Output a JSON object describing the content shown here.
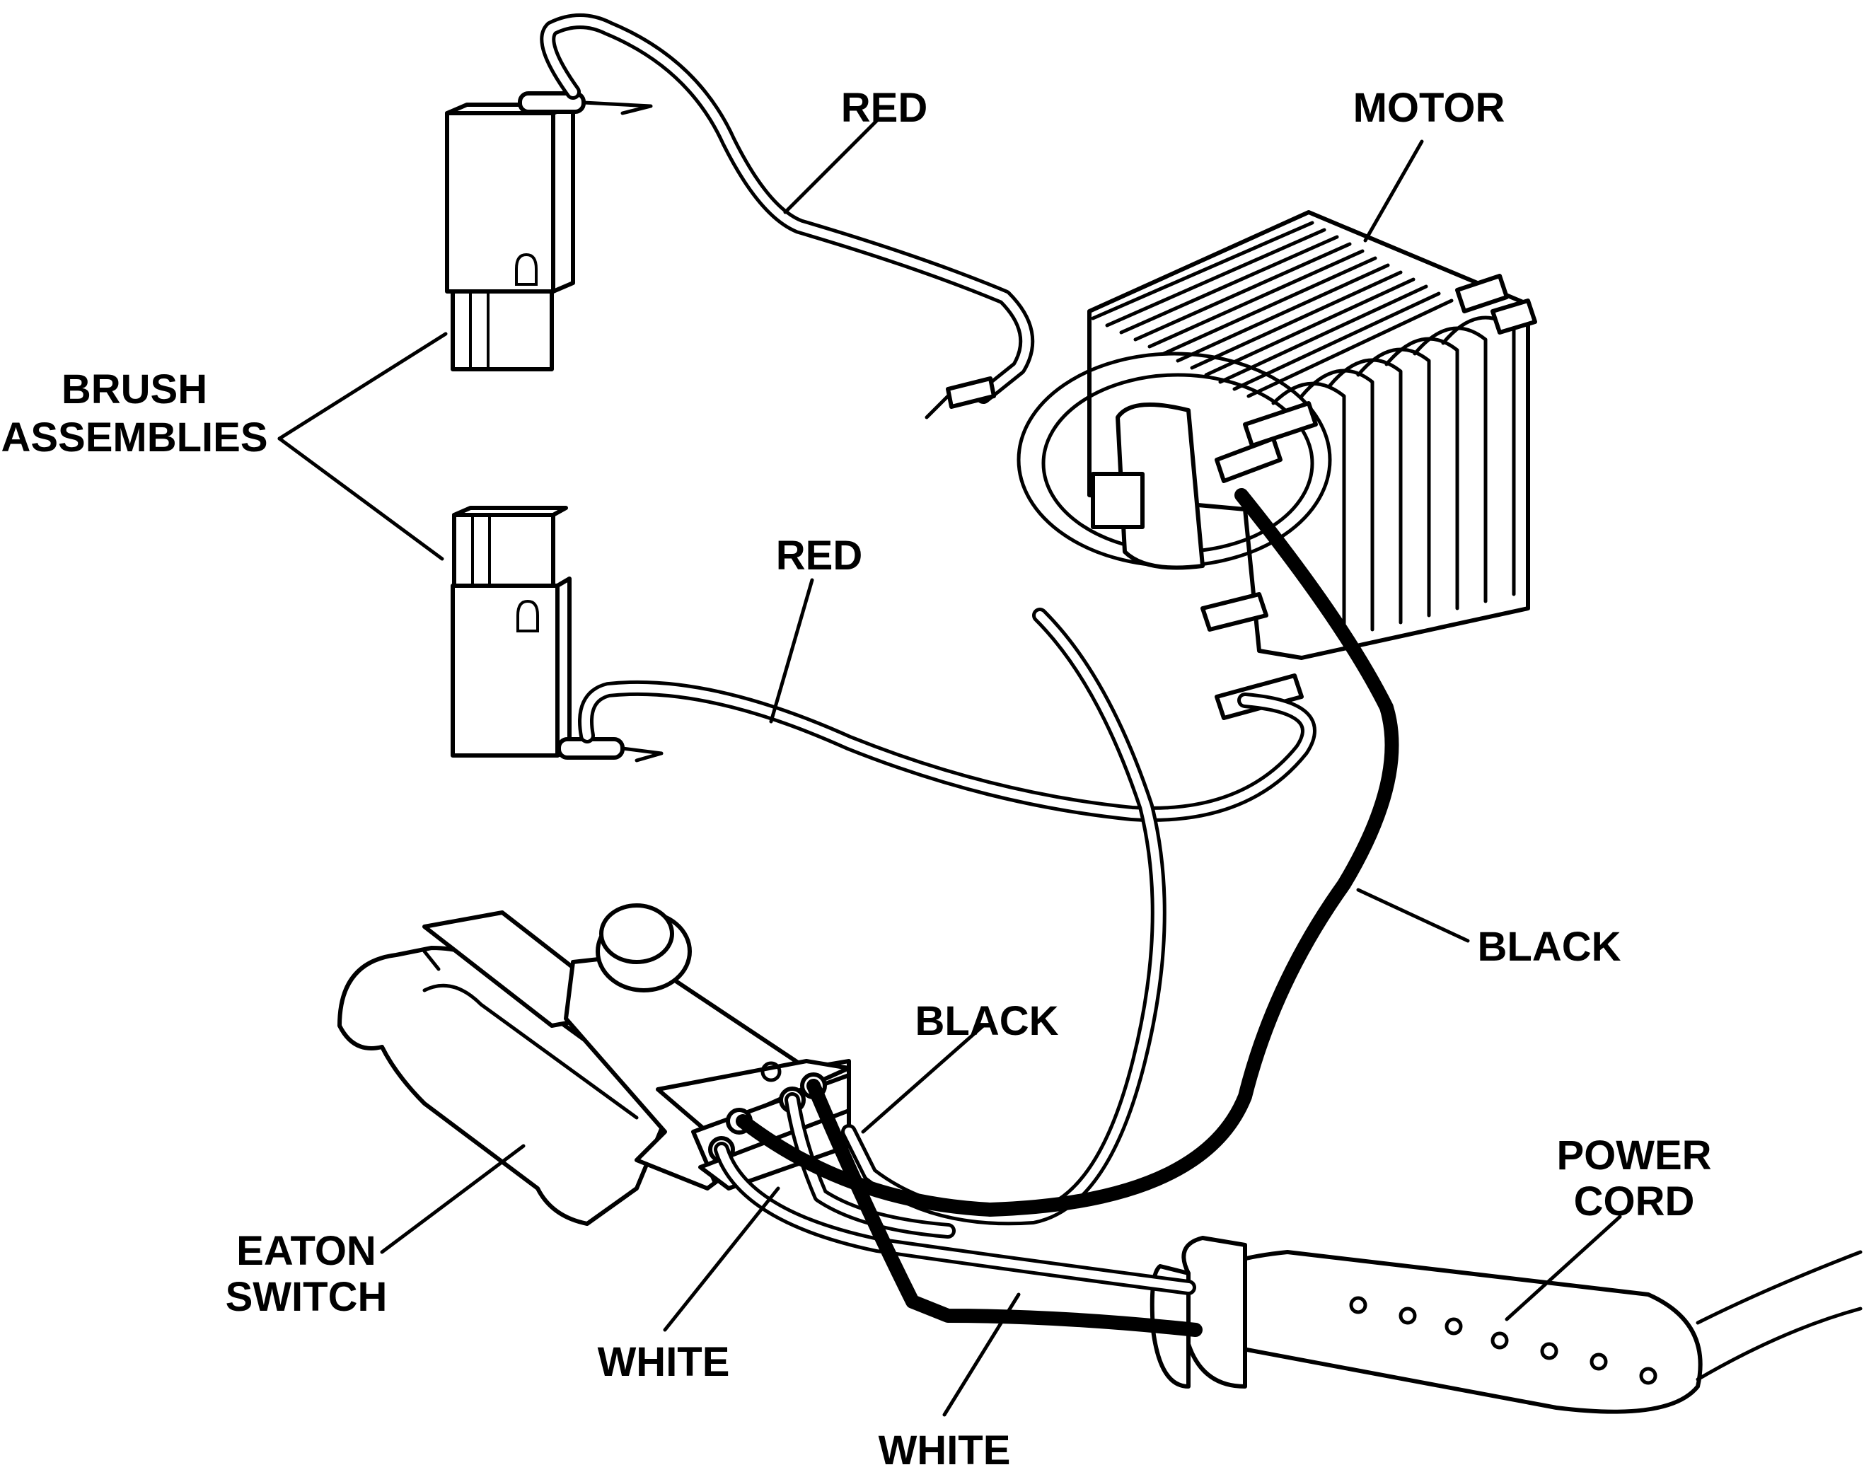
{
  "labels": {
    "red_top": "RED",
    "motor": "MOTOR",
    "brush_line1": "BRUSH",
    "brush_line2": "ASSEMBLIES",
    "red_mid": "RED",
    "black_right": "BLACK",
    "black_mid": "BLACK",
    "power_line1": "POWER",
    "power_line2": "CORD",
    "eaton_line1": "EATON",
    "eaton_line2": "SWITCH",
    "white_left": "WHITE",
    "white_bottom": "WHITE"
  }
}
